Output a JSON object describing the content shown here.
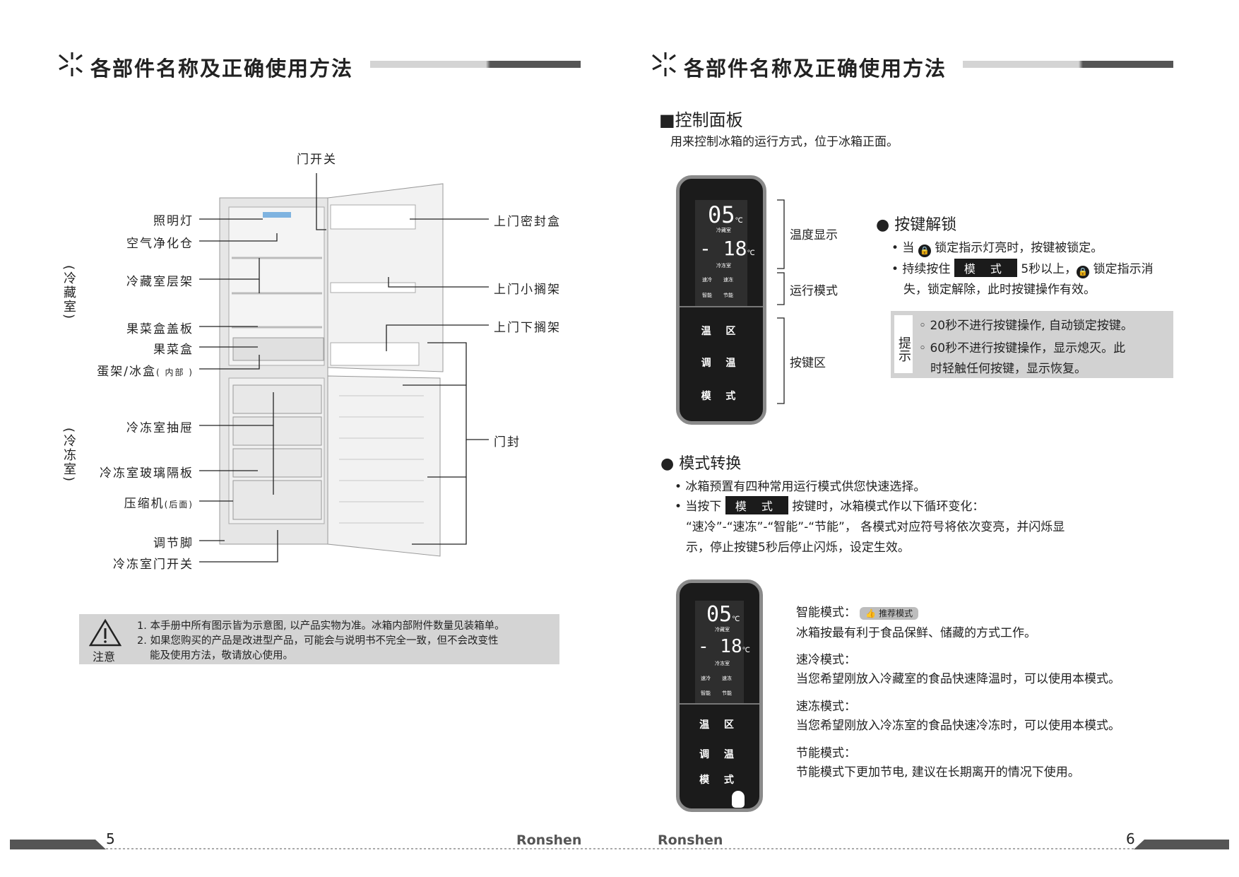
{
  "left_page": {
    "title": "各部件名称及正确使用方法",
    "top_label": "门开关",
    "left_labels": [
      "照明灯",
      "空气净化仓",
      "冷藏室层架",
      "果菜盒盖板",
      "果菜盒",
      "蛋架/冰盒",
      "冷冻室抽屉",
      "冷冻室玻璃隔板",
      "压缩机",
      "调节脚",
      "冷冻室门开关"
    ],
    "egg_note": "( 内部 )",
    "compressor_note": "(后面)",
    "right_labels": [
      "上门密封盒",
      "上门小搁架",
      "上门下搁架",
      "门封"
    ],
    "side_fridge": "(冷藏室)",
    "side_freezer": "(冷冻室)",
    "notice": {
      "icon_label": "注意",
      "line1": "1. 本手册中所有图示皆为示意图, 以产品实物为准。冰箱内部附件数量见装箱单。",
      "line2": "2. 如果您购买的产品是改进型产品，可能会与说明书不完全一致，但不会改变性",
      "line3": "能及使用方法，敬请放心使用。"
    },
    "page_number": "5",
    "brand": "Ronshen"
  },
  "right_page": {
    "title": "各部件名称及正确使用方法",
    "section": "■控制面板",
    "section_desc": "用来控制冰箱的运行方式，位于冰箱正面。",
    "panel": {
      "temp1": "05",
      "unit": "℃",
      "zone1": "冷藏室",
      "temp2": "- 18",
      "zone2": "冷冻室",
      "modes": [
        "速冷",
        "速冻",
        "智能",
        "节能"
      ],
      "keys": [
        "温 区",
        "调 温",
        "模 式"
      ]
    },
    "brackets": [
      "温度显示",
      "运行模式",
      "按键区"
    ],
    "unlock": {
      "title": "● 按键解锁",
      "b1_pre": "• 当",
      "b1_post": "锁定指示灯亮时，按键被锁定。",
      "b2_pre": "• 持续按住",
      "key": "模 式",
      "b2_mid": "5秒以上，",
      "b2_post": "锁定指示消",
      "b2_cont": "失，锁定解除，此时按键操作有效。"
    },
    "tip": {
      "label": "提示",
      "l1": "20秒不进行按键操作, 自动锁定按键。",
      "l2": "60秒不进行按键操作，显示熄灭。此",
      "l3": "时轻触任何按键，显示恢复。"
    },
    "mode_switch": {
      "title": "● 模式转换",
      "l1": "• 冰箱预置有四种常用运行模式供您快速选择。",
      "l2_pre": "• 当按下",
      "key": "模 式",
      "l2_post": "按键时，冰箱模式作以下循环变化：",
      "l3": "“速冷”-“速冻”-“智能”-“节能”， 各模式对应符号将依次变亮，并闪烁显",
      "l4": "示，停止按键5秒后停止闪烁，设定生效。"
    },
    "modes": [
      {
        "name": "智能模式：",
        "badge": "推荐模式",
        "desc": "冰箱按最有利于食品保鲜、储藏的方式工作。"
      },
      {
        "name": "速冷模式：",
        "desc": "当您希望刚放入冷藏室的食品快速降温时，可以使用本模式。"
      },
      {
        "name": "速冻模式：",
        "desc": "当您希望刚放入冷冻室的食品快速冷冻时，可以使用本模式。"
      },
      {
        "name": "节能模式：",
        "desc": "节能模式下更加节电, 建议在长期离开的情况下使用。"
      }
    ],
    "page_number": "6",
    "brand": "Ronshen"
  }
}
